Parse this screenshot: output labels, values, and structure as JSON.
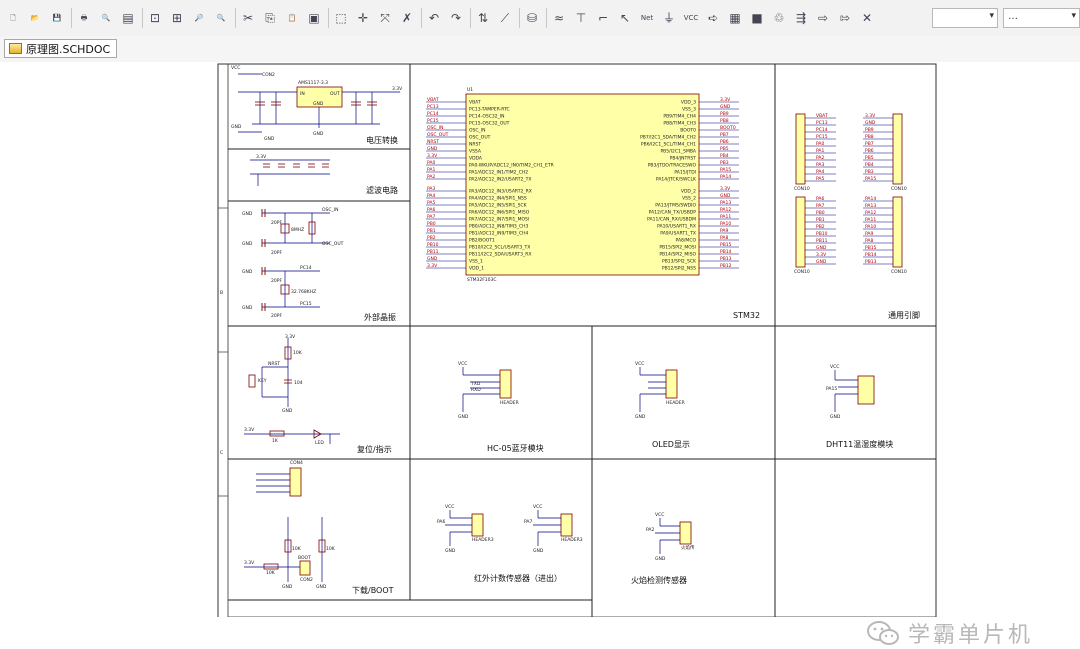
{
  "toolbar": {
    "buttons": [
      {
        "name": "new-doc-icon",
        "glyph": "🗋"
      },
      {
        "name": "open-folder-icon",
        "glyph": "📂"
      },
      {
        "name": "save-icon",
        "glyph": "💾"
      },
      {
        "name": "print-icon",
        "glyph": "🖶"
      },
      {
        "name": "print-preview-icon",
        "glyph": "🔍"
      },
      {
        "name": "page-icon",
        "glyph": "▤"
      },
      {
        "name": "zoom-fit-icon",
        "glyph": "⊡"
      },
      {
        "name": "zoom-area-icon",
        "glyph": "⊞"
      },
      {
        "name": "zoom-icon",
        "glyph": "🔎"
      },
      {
        "name": "zoom-select-icon",
        "glyph": "🔍"
      },
      {
        "name": "cut-icon",
        "glyph": "✂"
      },
      {
        "name": "copy-icon",
        "glyph": "⎘"
      },
      {
        "name": "paste-icon",
        "glyph": "📋"
      },
      {
        "name": "rubber-stamp-icon",
        "glyph": "▣"
      },
      {
        "name": "select-rect-icon",
        "glyph": "⬚"
      },
      {
        "name": "move-icon",
        "glyph": "✛"
      },
      {
        "name": "select-cross-icon",
        "glyph": "⤧"
      },
      {
        "name": "deselect-icon",
        "glyph": "✗"
      },
      {
        "name": "undo-icon",
        "glyph": "↶"
      },
      {
        "name": "redo-icon",
        "glyph": "↷"
      },
      {
        "name": "hierarchy-icon",
        "glyph": "⇅"
      },
      {
        "name": "probe-icon",
        "glyph": "⟋"
      },
      {
        "name": "compile-icon",
        "glyph": "⛁"
      },
      {
        "name": "bus-icon",
        "glyph": "≈"
      },
      {
        "name": "bus-entry-icon",
        "glyph": "⊤"
      },
      {
        "name": "wire-icon",
        "glyph": "⌐"
      },
      {
        "name": "signal-harness-icon",
        "glyph": "↖"
      },
      {
        "name": "net-label-icon",
        "glyph": "Net"
      },
      {
        "name": "gnd-power-icon",
        "glyph": "⏚"
      },
      {
        "name": "vcc-power-icon",
        "glyph": "VCC"
      },
      {
        "name": "part-icon",
        "glyph": "➪"
      },
      {
        "name": "sheet-symbol-icon",
        "glyph": "▦"
      },
      {
        "name": "sheet-entry-icon",
        "glyph": "■"
      },
      {
        "name": "device-sheet-icon",
        "glyph": "♲"
      },
      {
        "name": "port-icon",
        "glyph": "⇶"
      },
      {
        "name": "harness-icon",
        "glyph": "⇨"
      },
      {
        "name": "directive-icon",
        "glyph": "⇰"
      },
      {
        "name": "no-erc-icon",
        "glyph": "✕"
      }
    ],
    "combo1": "",
    "combo2": ""
  },
  "tab": {
    "label": "原理图.SCHDOC"
  },
  "schematic": {
    "sections": {
      "power": "电压转换",
      "filter": "滤波电路",
      "crystal": "外部晶振",
      "mcu": "STM32",
      "pins": "通用引脚",
      "reset": "复位/指示",
      "bt": "HC-05蓝牙模块",
      "oled": "OLED显示",
      "dht": "DHT11温湿度模块",
      "download": "下载/BOOT",
      "ir": "红外计数传感器（进出）",
      "flame": "火焰检测传感器"
    },
    "border_letters": [
      "B",
      "C"
    ],
    "parts": {
      "regulator": "AMS1117-3.3",
      "reg_in": "IN",
      "reg_out": "OUT",
      "reg_gnd": "GND",
      "mcu_ref": "U1",
      "mcu_part": "STM32F103C",
      "vcc": "VCC",
      "gnd": "GND",
      "v33": "3.3V",
      "reset_key": "KEY",
      "nrst": "NRST",
      "led": "LED",
      "boot": "BOOT",
      "con2": "CON2",
      "con4": "CON4",
      "con10": "CON10",
      "header3": "HEADER3",
      "header4": "HEADER",
      "header_flame": "火焰传",
      "osc_in": "OSC_IN",
      "osc_out": "OSC_OUT",
      "crystal": "8MHZ",
      "crystal2": "32.768KHZ",
      "cap20p": "20PF",
      "pc14": "PC14",
      "pc15": "PC15",
      "pa2": "PA2",
      "pa3": "PA3",
      "pa6": "PA6",
      "pa7": "PA7",
      "pa15": "PA15",
      "pb5": "PB5",
      "boot0": "BOOT0",
      "rxd": "RXD",
      "txd": "TXD",
      "r10k": "10K",
      "r1k": "1K",
      "cap104": "104"
    },
    "mcu_left_pins": [
      "VBAT",
      "PC13-TAMPER-RTC",
      "PC14-OSC32_IN",
      "PC15-OSC32_OUT",
      "OSC_IN",
      "OSC_OUT",
      "NRST",
      "VSSA",
      "VDDA",
      "PA0-WKUP/ADC12_IN0/TIM2_CH1_ETR",
      "PA1/ADC12_IN1/TIM2_CH2",
      "PA2/ADC12_IN2/USART2_TX"
    ],
    "mcu_left_pins2": [
      "PA3/ADC12_IN3/USART2_RX",
      "PA4/ADC12_IN4/SPI1_NSS",
      "PA5/ADC12_IN5/SPI1_SCK",
      "PA6/ADC12_IN6/SPI1_MISO",
      "PA7/ADC12_IN7/SPI1_MOSI",
      "PB0/ADC12_IN8/TIM3_CH3",
      "PB1/ADC12_IN9/TIM3_CH4",
      "PB2/BOOT1",
      "PB10/I2C2_SCL/USART3_TX",
      "PB11/I2C2_SDA/USART3_RX",
      "VSS_1",
      "VDD_1"
    ],
    "mcu_right_pins": [
      "VDD_3",
      "VSS_3",
      "PB9/TIM4_CH4",
      "PB8/TIM4_CH3",
      "BOOT0",
      "PB7/I2C1_SDA/TIM4_CH2",
      "PB6/I2C1_SCL/TIM4_CH1",
      "PB5/I2C1_SMBA",
      "PB4/JNTRST",
      "PB3/JTDO/TRACESWO",
      "PA15/JTDI",
      "PA14/JTCK/SWCLK"
    ],
    "mcu_right_pins2": [
      "VDD_2",
      "VSS_2",
      "PA13/JTMS/SWDIO",
      "PA12/CAN_TX/USBDP",
      "PA11/CAN_RX/USBDM",
      "PA10/USART1_RX",
      "PA9/USART1_TX",
      "PA8/MCO",
      "PB15/SPI2_MOSI",
      "PB14/SPI2_MISO",
      "PB13/SPI2_SCK",
      "PB12/SPI2_NSS"
    ],
    "mcu_left_nets": [
      "VBAT",
      "PC13",
      "PC14",
      "PC15",
      "OSC_IN",
      "OSC_OUT",
      "NRST",
      "GND",
      "3.3V",
      "PA0",
      "PA1",
      "PA2"
    ],
    "mcu_left_nets2": [
      "PA3",
      "PA4",
      "PA5",
      "PA6",
      "PA7",
      "PB0",
      "PB1",
      "PB2",
      "PB10",
      "PB11",
      "GND",
      "3.3V"
    ],
    "mcu_right_nets": [
      "3.3V",
      "GND",
      "PB9",
      "PB8",
      "BOOT0",
      "PB7",
      "PB6",
      "PB5",
      "PB4",
      "PB3",
      "PA15",
      "PA14"
    ],
    "mcu_right_nets2": [
      "3.3V",
      "GND",
      "PA13",
      "PA12",
      "PA11",
      "PA10",
      "PA9",
      "PA8",
      "PB15",
      "PB14",
      "PB13",
      "PB12"
    ],
    "header_a": [
      "VBAT",
      "PC13",
      "PC14",
      "PC15",
      "PA0",
      "PA1",
      "PA2",
      "PA3",
      "PA4",
      "PA5"
    ],
    "header_b": [
      "3.3V",
      "GND",
      "PB9",
      "PB8",
      "PB7",
      "PB6",
      "PB5",
      "PB4",
      "PB3",
      "PA15"
    ],
    "header_c": [
      "PA6",
      "PA7",
      "PB0",
      "PB1",
      "PB2",
      "PB10",
      "PB11",
      "GND",
      "3.3V",
      "GND"
    ],
    "header_d": [
      "PA14",
      "PA13",
      "PA12",
      "PA11",
      "PA10",
      "PA9",
      "PA8",
      "PB15",
      "PB14",
      "PB13"
    ]
  },
  "watermark": {
    "text": "学霸单片机"
  }
}
